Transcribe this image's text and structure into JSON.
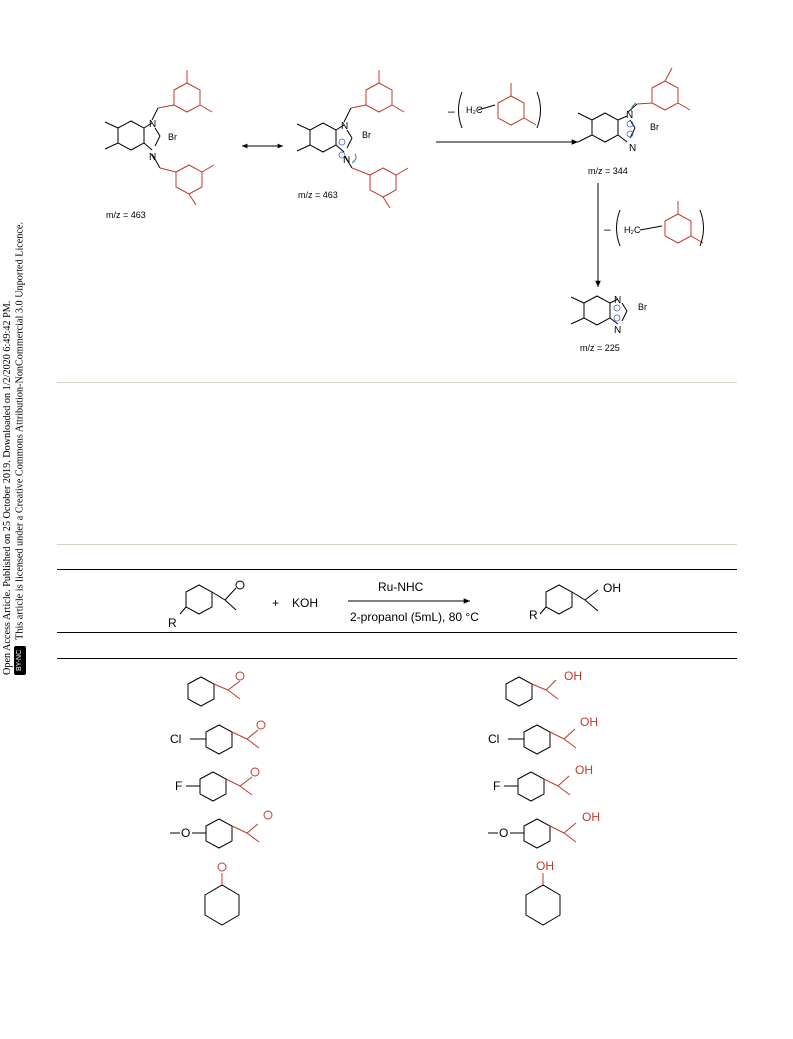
{
  "sidebar": {
    "line1": "Open Access Article. Published on 25 October 2019. Downloaded on 1/2/2020 6:49:42 PM.",
    "line2": "This article is licensed under a Creative Commons Attribution-NonCommercial 3.0 Unported Licence.",
    "badge": "BY-NC"
  },
  "scheme": {
    "mz1": "m/z = 463",
    "mz2": "m/z = 463",
    "mz3": "m/z = 344",
    "mz4": "m/z = 225",
    "br": "Br",
    "n": "N",
    "h2c": "H₂C",
    "minus": "–"
  },
  "reaction": {
    "plus": "+",
    "koh": "KOH",
    "catalyst": "Ru-NHC",
    "conditions": "2-propanol (5mL), 80 °C",
    "r": "R",
    "oh": "OH"
  },
  "substrates": [
    {
      "sub": "",
      "prod": "OH"
    },
    {
      "sub": "Cl",
      "prod": "OH"
    },
    {
      "sub": "F",
      "prod": "OH"
    },
    {
      "sub": "O",
      "prod": "OH"
    },
    {
      "sub": "O",
      "prod": "OH"
    }
  ],
  "colors": {
    "red": "#c0392b",
    "accent": "#d9d2c3",
    "blue": "#3a5fcd",
    "green": "#2e8b57"
  }
}
